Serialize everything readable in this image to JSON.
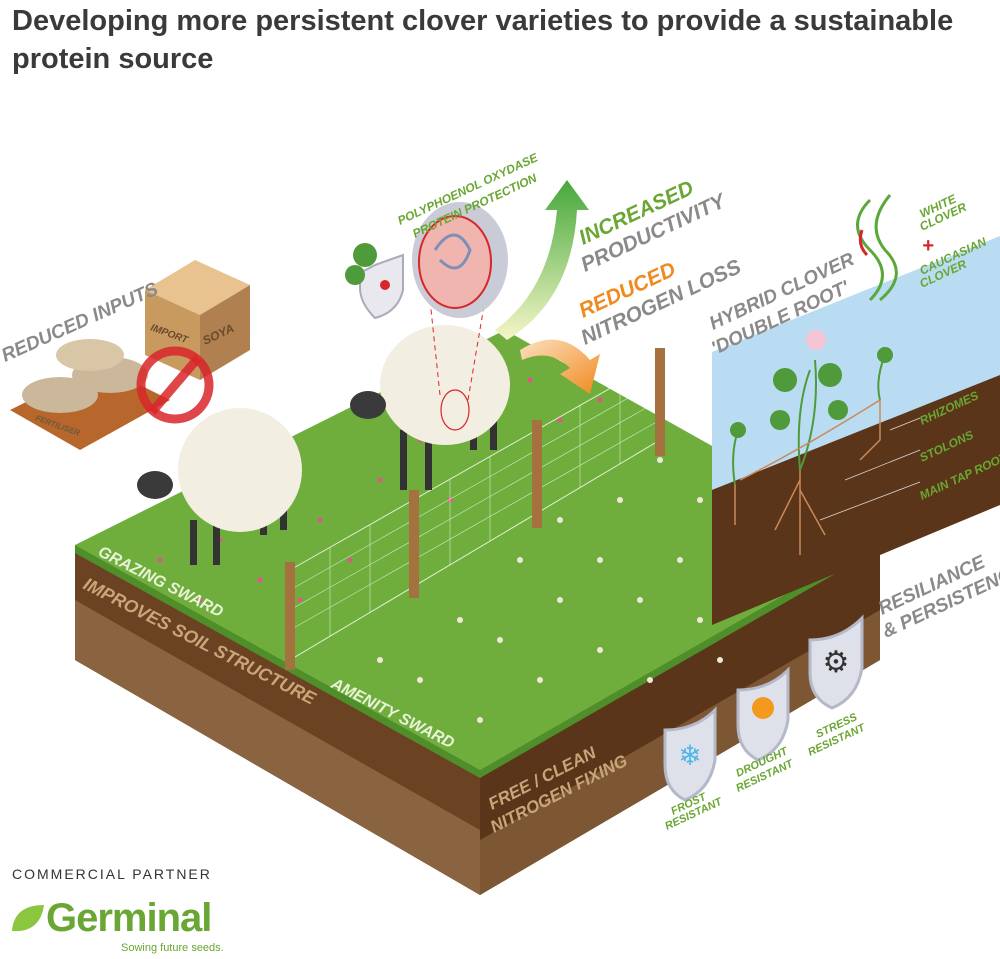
{
  "title": "Developing more persistent clover varieties to provide a sustainable protein source",
  "labels": {
    "reduced_inputs": "REDUCED INPUTS",
    "fertiliser": "FERTILISER",
    "import": "IMPORT",
    "soya": "SOYA",
    "polyphenol_line1": "POLYPHOENOL OXYDASE",
    "polyphenol_line2": "PROTEIN PROTECTION",
    "increased": "INCREASED",
    "productivity": "PRODUCTIVITY",
    "reduced": "REDUCED",
    "nitrogen_loss": "NITROGEN LOSS",
    "hybrid_line1": "HYBRID CLOVER",
    "hybrid_line2": "'DOUBLE ROOT'",
    "white_clover_1": "WHITE",
    "white_clover_2": "CLOVER",
    "plus": "+",
    "caucasian_1": "CAUCASIAN",
    "caucasian_2": "CLOVER",
    "rhizomes": "RHIZOMES",
    "stolons": "STOLONS",
    "main_tap_root": "MAIN TAP ROOT",
    "grazing_sward": "GRAZING SWARD",
    "improves_soil": "IMPROVES SOIL STRUCTURE",
    "amenity_sward": "AMENITY SWARD",
    "nitrogen_fixing_1": "FREE / CLEAN",
    "nitrogen_fixing_2": "NITROGEN FIXING",
    "resilience_1": "RESILIANCE",
    "resilience_2": "& PERSISTENCE",
    "frost_1": "FROST",
    "frost_2": "RESISTANT",
    "drought_1": "DROUGHT",
    "drought_2": "RESISTANT",
    "stress_1": "STRESS",
    "stress_2": "RESISTANT"
  },
  "footer": {
    "partner": "COMMERCIAL PARTNER",
    "brand": "Germinal",
    "tagline": "Sowing future seeds."
  },
  "colors": {
    "green": "#6aa633",
    "gray": "#8a8a8a",
    "orange": "#f08a1e",
    "soil": "#5e3a1a",
    "red": "#d9262a"
  }
}
